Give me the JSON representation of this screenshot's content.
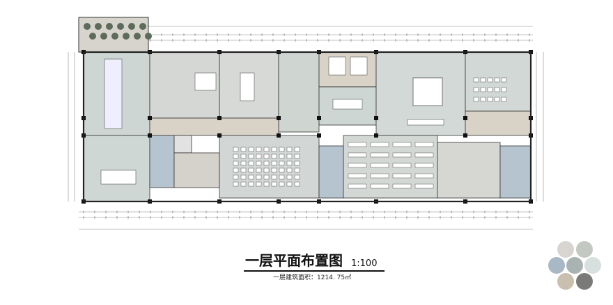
{
  "drawing": {
    "title": "一层平面布置图",
    "scale": "1:100",
    "area_note": "一层建筑面积：1214. 75㎡"
  },
  "palette": [
    "#d8d5d0",
    "#c3c9c2",
    "#a9b8c5",
    "#a8b3b2",
    "#d7e0df",
    "#c9bfae",
    "#7a7b78"
  ],
  "plan_colors": {
    "wall": "#222222",
    "floor_blue_gray": "#c9d2d0",
    "floor_gray": "#d4d7d4",
    "floor_beige": "#d9d2c6",
    "stair": "#b6c4cf"
  }
}
